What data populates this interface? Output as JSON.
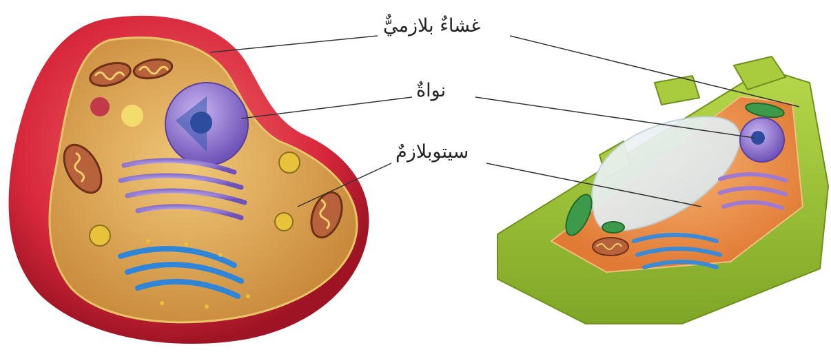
{
  "labels": {
    "membrane": "غشاءٌ بلازميٌّ",
    "nucleus": "نواةٌ",
    "cytoplasm": "سيتوبلازمٌ"
  },
  "colors": {
    "animal_membrane": "#d8283c",
    "animal_cytoplasm": "#d8a04a",
    "nucleus": "#8a6ed0",
    "golgi": "#a07ad0",
    "er": "#3a8ad8",
    "mitochondria": "#b05a3a",
    "plant_wall": "#9cc23a",
    "plant_vacuole": "#e6eef0",
    "chloroplast": "#3c9a4a"
  }
}
